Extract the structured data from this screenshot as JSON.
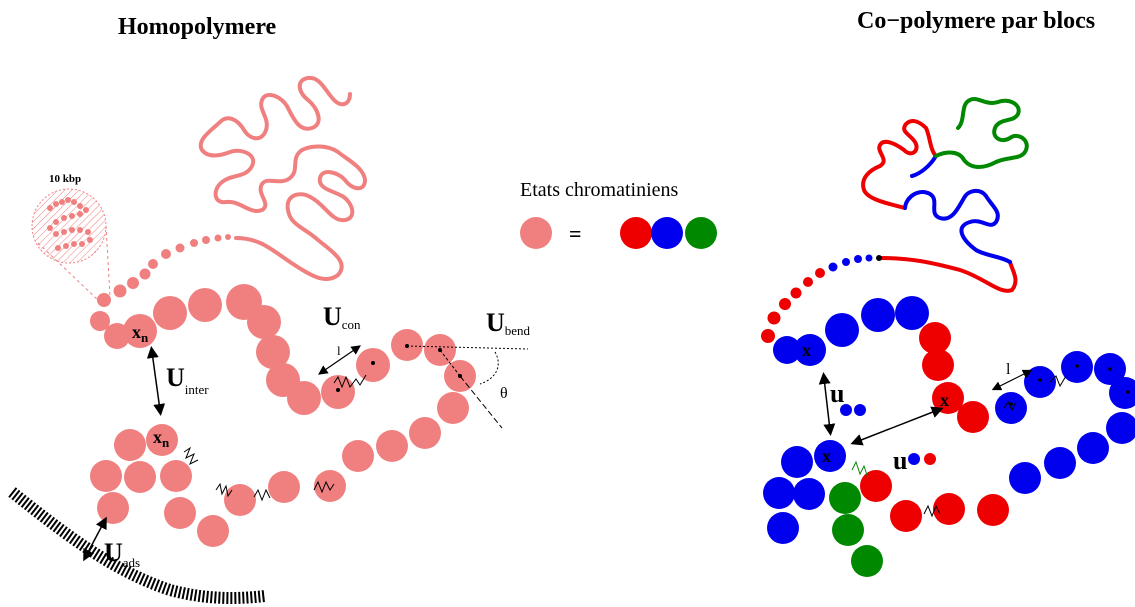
{
  "titles": {
    "left": "Homopolymere",
    "right": "Co−polymere par blocs"
  },
  "legend": {
    "title": "Etats chromatiniens",
    "equals": "=",
    "colors": {
      "homo": "#f08080",
      "red": "#ee0000",
      "blue": "#0000ee",
      "green": "#008800"
    }
  },
  "labels": {
    "kbp": "10 kbp",
    "U": "U",
    "con": "con",
    "bend": "bend",
    "inter": "inter",
    "ads": "ads",
    "theta": "θ",
    "l": "l",
    "x": "x",
    "n": "n",
    "u": "u"
  }
}
